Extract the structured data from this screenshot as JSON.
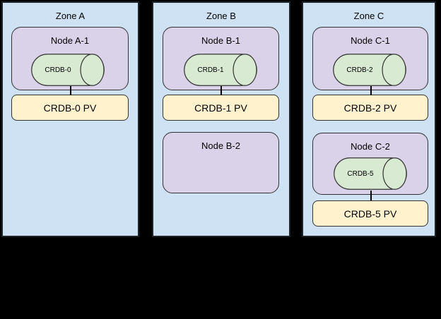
{
  "diagram": {
    "zones": [
      {
        "label": "Zone A",
        "nodes": [
          {
            "label": "Node A-1",
            "pod": "CRDB-0",
            "pv": "CRDB-0 PV"
          }
        ]
      },
      {
        "label": "Zone B",
        "nodes": [
          {
            "label": "Node B-1",
            "pod": "CRDB-1",
            "pv": "CRDB-1 PV"
          },
          {
            "label": "Node B-2"
          }
        ]
      },
      {
        "label": "Zone C",
        "nodes": [
          {
            "label": "Node C-1",
            "pod": "CRDB-2",
            "pv": "CRDB-2 PV"
          },
          {
            "label": "Node C-2",
            "pod": "CRDB-5",
            "pv": "CRDB-5 PV"
          }
        ]
      }
    ],
    "colors": {
      "background": "#000000",
      "zone_fill": "#cfe2f3",
      "node_fill": "#d9d2e9",
      "pod_fill": "#d9ead3",
      "pv_fill": "#fff2cc",
      "zone_border": "#1f2428",
      "shape_border": "#333333",
      "connector": "#000000",
      "text": "#000000"
    }
  }
}
